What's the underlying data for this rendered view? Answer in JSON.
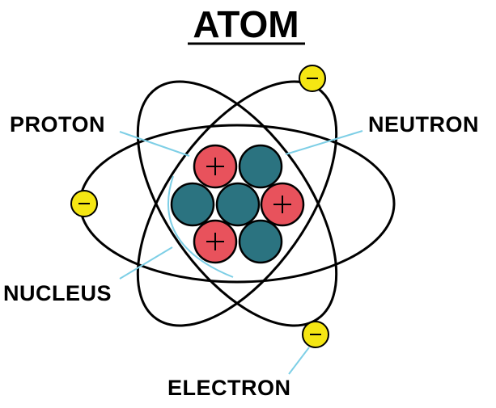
{
  "title": "ATOM",
  "labels": {
    "proton": "PROTON",
    "neutron": "NEUTRON",
    "nucleus": "NUCLEUS",
    "electron": "ELECTRON"
  },
  "symbols": {
    "proton_charge": "+",
    "electron_charge": "−"
  },
  "colors": {
    "proton": "#e8525c",
    "neutron": "#2b7380",
    "electron": "#f5e613",
    "pointer_line": "#7ecfe6",
    "orbit": "#000000"
  },
  "particle_counts": {
    "protons": 3,
    "neutrons": 4,
    "electrons": 3
  }
}
